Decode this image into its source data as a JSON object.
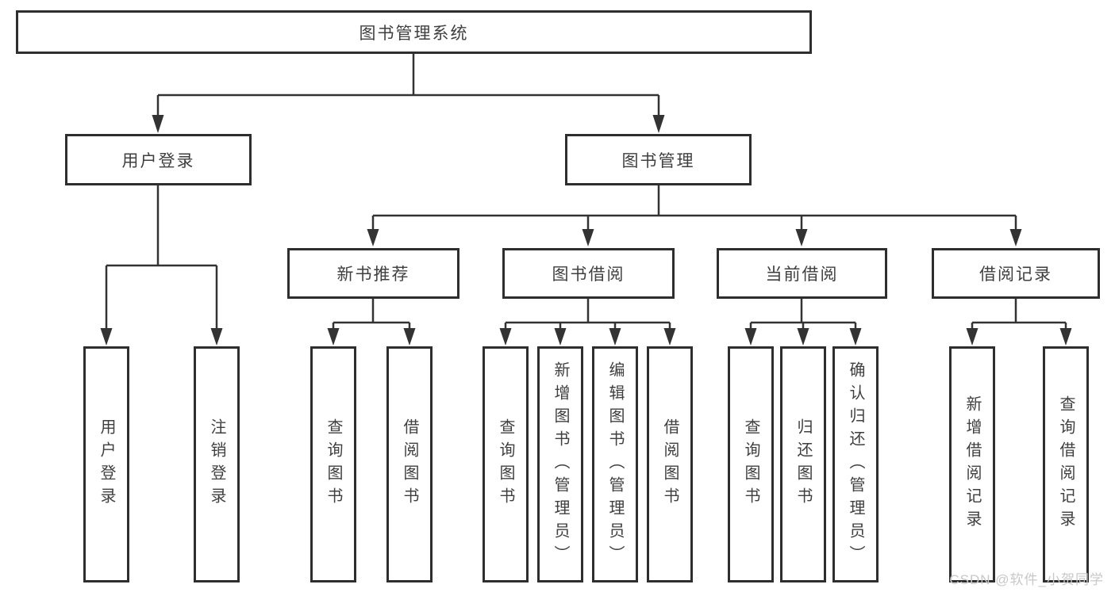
{
  "diagram": {
    "title": "图书管理系统",
    "branches": [
      {
        "label": "用户登录",
        "children": [
          {
            "label": "用户登录"
          },
          {
            "label": "注销登录"
          }
        ]
      },
      {
        "label": "图书管理",
        "children": [
          {
            "label": "新书推荐",
            "children": [
              {
                "label": "查询图书"
              },
              {
                "label": "借阅图书"
              }
            ]
          },
          {
            "label": "图书借阅",
            "children": [
              {
                "label": "查询图书"
              },
              {
                "label": "新增图书（管理员）"
              },
              {
                "label": "编辑图书（管理员）"
              },
              {
                "label": "借阅图书"
              }
            ]
          },
          {
            "label": "当前借阅",
            "children": [
              {
                "label": "查询图书"
              },
              {
                "label": "归还图书"
              },
              {
                "label": "确认归还（管理员）"
              }
            ]
          },
          {
            "label": "借阅记录",
            "children": [
              {
                "label": "新增借阅记录"
              },
              {
                "label": "查询借阅记录"
              }
            ]
          }
        ]
      }
    ]
  },
  "watermark": {
    "text": "CSDN @软件_小贺同学"
  },
  "colors": {
    "line": "#333333",
    "box_border": "#2e2e2e",
    "box_fill": "#ffffff",
    "text": "#3f3f3f",
    "watermark": "#c8c8c8"
  }
}
